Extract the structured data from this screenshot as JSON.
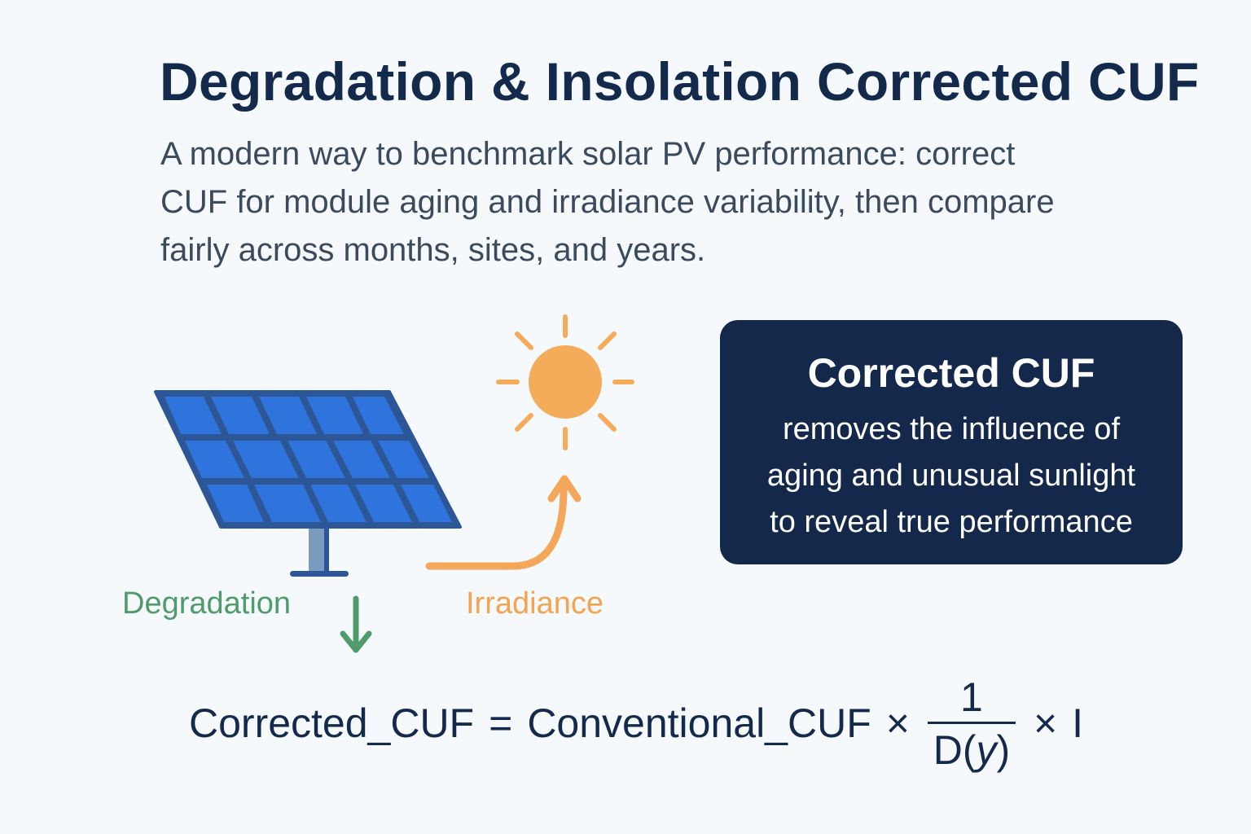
{
  "header": {
    "title": "Degradation & Insolation Corrected CUF",
    "subtitle_lines": [
      "A modern way to benchmark solar PV performance: correct",
      "CUF for module aging and irradiance variability, then compare",
      "fairly across months, sites, and years."
    ]
  },
  "illustration": {
    "solar_panel_icon": "solar-panel-icon",
    "sun_icon": "sun-icon",
    "degradation_label": "Degradation",
    "degradation_arrow": "arrow-down-icon",
    "irradiance_label": "Irradiance",
    "irradiance_arrow": "curved-arrow-up-icon"
  },
  "callout": {
    "title": "Corrected CUF",
    "body_lines": [
      "removes the influence of",
      "aging and unusual sunlight",
      "to reveal true performance"
    ]
  },
  "formula": {
    "lhs": "Corrected_CUF",
    "equals": "=",
    "term1": "Conventional_CUF",
    "times1": "×",
    "numerator": "1",
    "denominator_func": "D(",
    "denominator_var": "y",
    "denominator_close": ")",
    "times2": "×",
    "term2": "I"
  },
  "colors": {
    "background": "#f5f9fc",
    "title": "#142a4c",
    "body_text": "#3b4a5c",
    "panel_cells": "#2f74dc",
    "panel_frame": "#2c5695",
    "stand": "#7a9bbd",
    "sun": "#f4ac5a",
    "degradation_green": "#4f9b6b",
    "irradiance_orange": "#f2a450",
    "callout_bg": "#13284a",
    "callout_text": "#ffffff"
  }
}
